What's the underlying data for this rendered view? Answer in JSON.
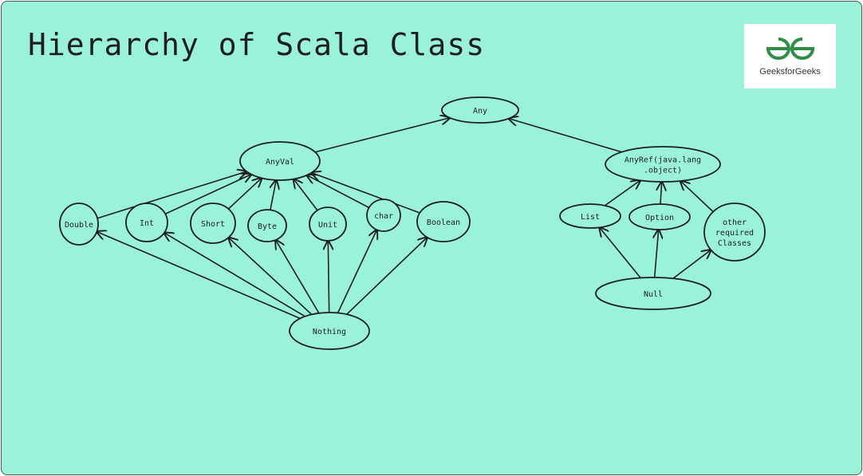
{
  "title": "Hierarchy of Scala Class",
  "logo": {
    "text": "GeeksforGeeks",
    "color": "#2f8d46"
  },
  "nodes": {
    "any": [
      "Any"
    ],
    "anyval": [
      "AnyVal"
    ],
    "anyref": [
      "AnyRef(java.lang",
      ".object)"
    ],
    "double": [
      "Double"
    ],
    "int": [
      "Int"
    ],
    "short": [
      "Short"
    ],
    "byte": [
      "Byte"
    ],
    "unit": [
      "Unit"
    ],
    "char": [
      "char"
    ],
    "boolean": [
      "Boolean"
    ],
    "nothing": [
      "Nothing"
    ],
    "list": [
      "List"
    ],
    "option": [
      "Option"
    ],
    "other": [
      "other",
      "required",
      "Classes"
    ],
    "null": [
      "Null"
    ]
  },
  "edges": [
    [
      "anyval",
      "any"
    ],
    [
      "anyref",
      "any"
    ],
    [
      "double",
      "anyval"
    ],
    [
      "int",
      "anyval"
    ],
    [
      "short",
      "anyval"
    ],
    [
      "byte",
      "anyval"
    ],
    [
      "unit",
      "anyval"
    ],
    [
      "char",
      "anyval"
    ],
    [
      "boolean",
      "anyval"
    ],
    [
      "nothing",
      "double"
    ],
    [
      "nothing",
      "int"
    ],
    [
      "nothing",
      "short"
    ],
    [
      "nothing",
      "byte"
    ],
    [
      "nothing",
      "unit"
    ],
    [
      "nothing",
      "char"
    ],
    [
      "nothing",
      "boolean"
    ],
    [
      "list",
      "anyref"
    ],
    [
      "option",
      "anyref"
    ],
    [
      "other",
      "anyref"
    ],
    [
      "null",
      "list"
    ],
    [
      "null",
      "option"
    ],
    [
      "null",
      "other"
    ]
  ]
}
